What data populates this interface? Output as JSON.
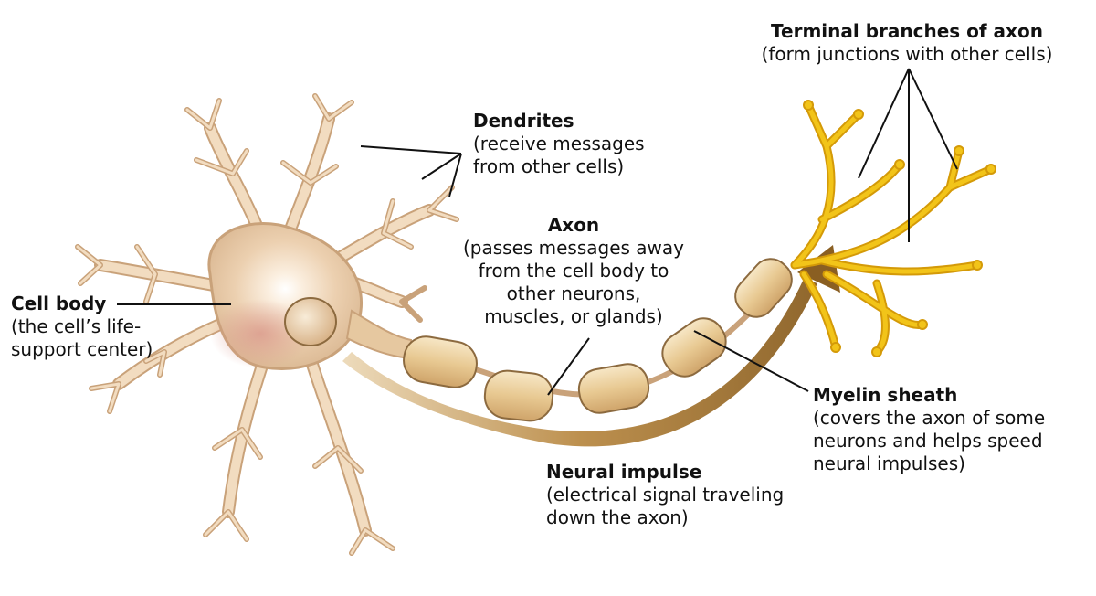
{
  "labels": {
    "terminal": {
      "title": "Terminal branches of axon",
      "desc": [
        "(form junctions with other cells)"
      ]
    },
    "dendrites": {
      "title": "Dendrites",
      "desc": [
        "(receive messages",
        "from other cells)"
      ]
    },
    "axon": {
      "title": "Axon",
      "desc": [
        "(passes messages away",
        "from the cell body to",
        "other neurons,",
        "muscles, or glands)"
      ]
    },
    "cell_body": {
      "title": "Cell body",
      "desc": [
        "(the cell’s life-",
        "support center)"
      ]
    },
    "myelin": {
      "title": "Myelin sheath",
      "desc": [
        "(covers the axon of some",
        "neurons and helps speed",
        "neural impulses)"
      ]
    },
    "impulse": {
      "title": "Neural impulse",
      "desc": [
        "(electrical signal traveling",
        "down the axon)"
      ]
    }
  },
  "colors": {
    "soma": "#f2dcc0",
    "soma_edge": "#c9a27a",
    "nucleus_tint": "#d9958a",
    "myelin": "#ecd3a3",
    "myelin_edge": "#8c6a3f",
    "terminal": "#f2c419",
    "terminal_edge": "#d49a08",
    "arrow": "#a5762f",
    "leader": "#111111"
  }
}
